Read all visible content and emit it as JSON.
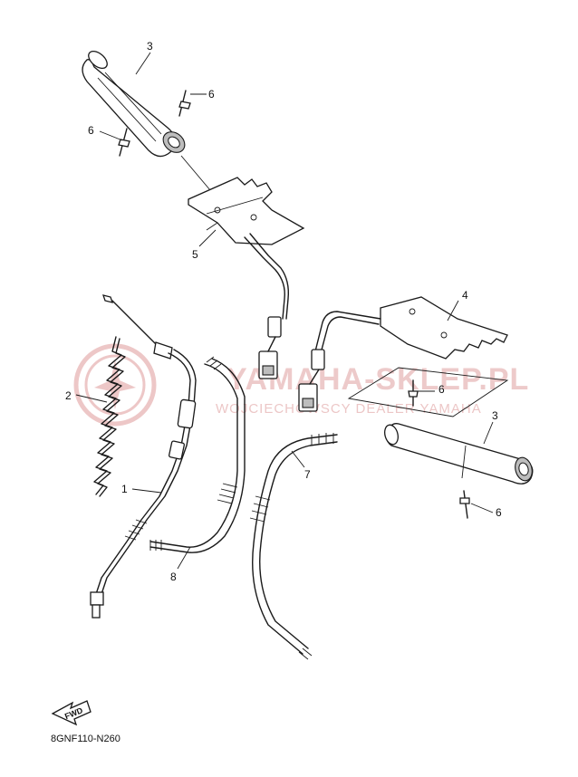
{
  "watermark": {
    "title": "YAMAHA-SKLEP.PL",
    "subtitle": "WOJCIECHOWSCY DEALER YAMAHA",
    "color": "#e8b9b9"
  },
  "callouts": [
    "1",
    "2",
    "3",
    "3",
    "4",
    "5",
    "6",
    "6",
    "6",
    "6",
    "7",
    "8"
  ],
  "fwd_badge": "FWD",
  "catalog_code": "8GNF110-N260"
}
